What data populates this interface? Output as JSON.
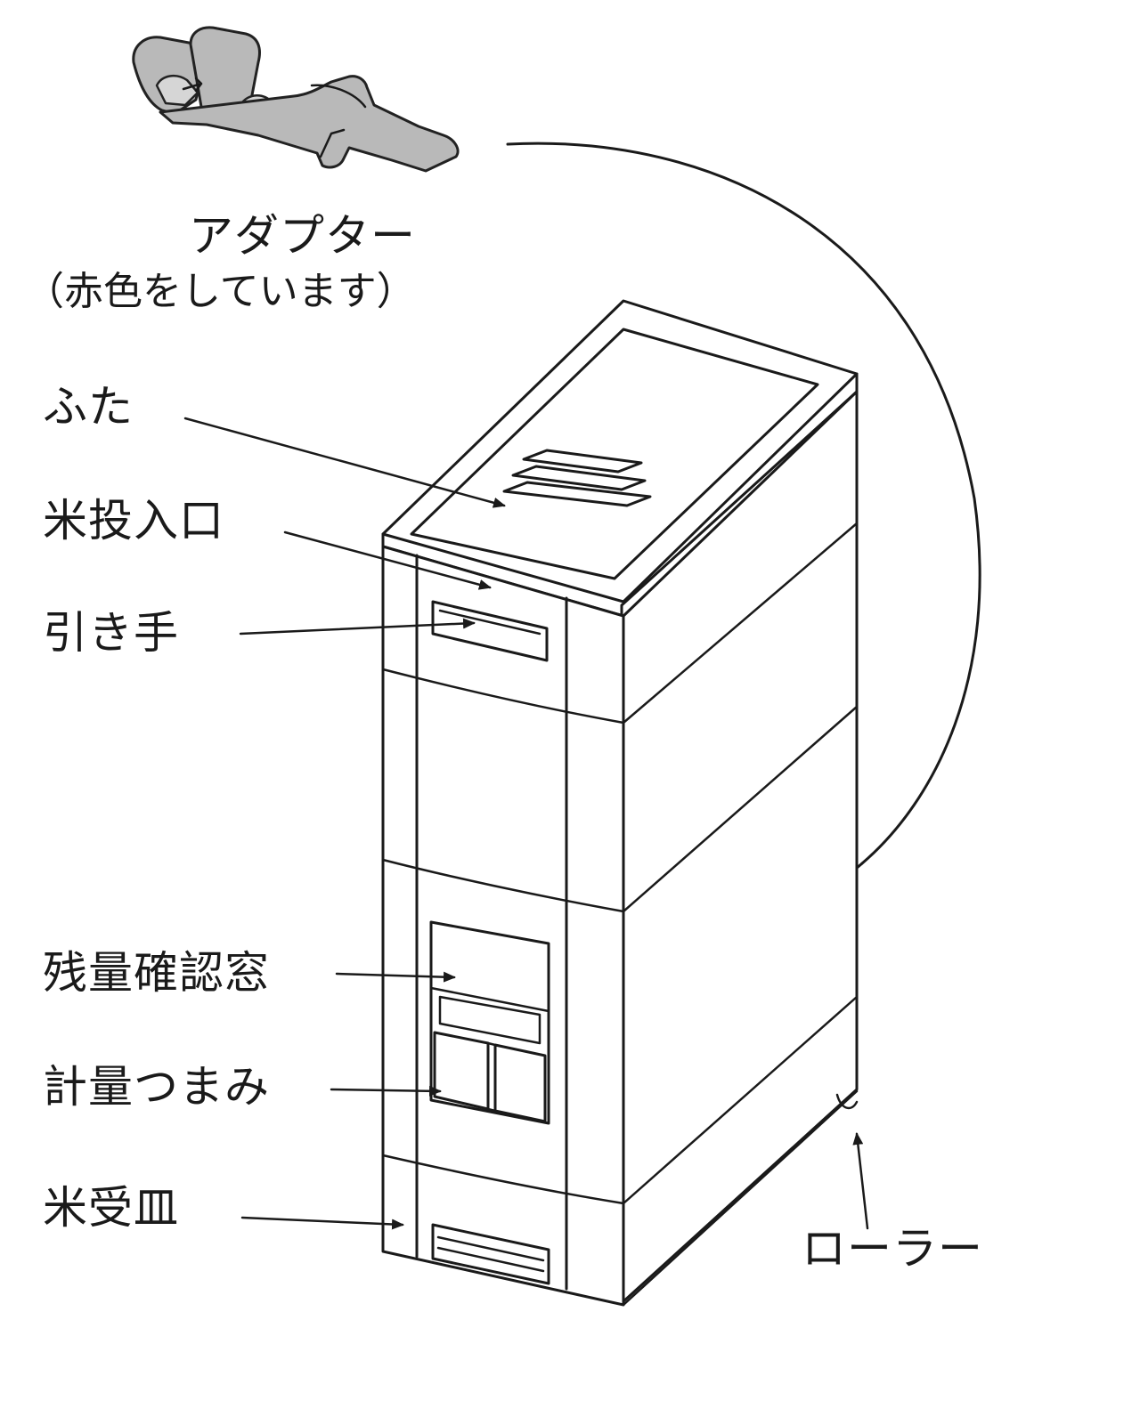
{
  "labels": {
    "adapter": "アダプター",
    "adapter_note": "（赤色をしています）",
    "lid": "ふた",
    "rice_inlet": "米投入口",
    "handle": "引き手",
    "level_window": "残量確認窓",
    "measure_knob": "計量つまみ",
    "rice_tray": "米受皿",
    "roller": "ローラー"
  },
  "colors": {
    "adapter_fill": "#b9b9b9",
    "line": "#1a1a1a"
  }
}
